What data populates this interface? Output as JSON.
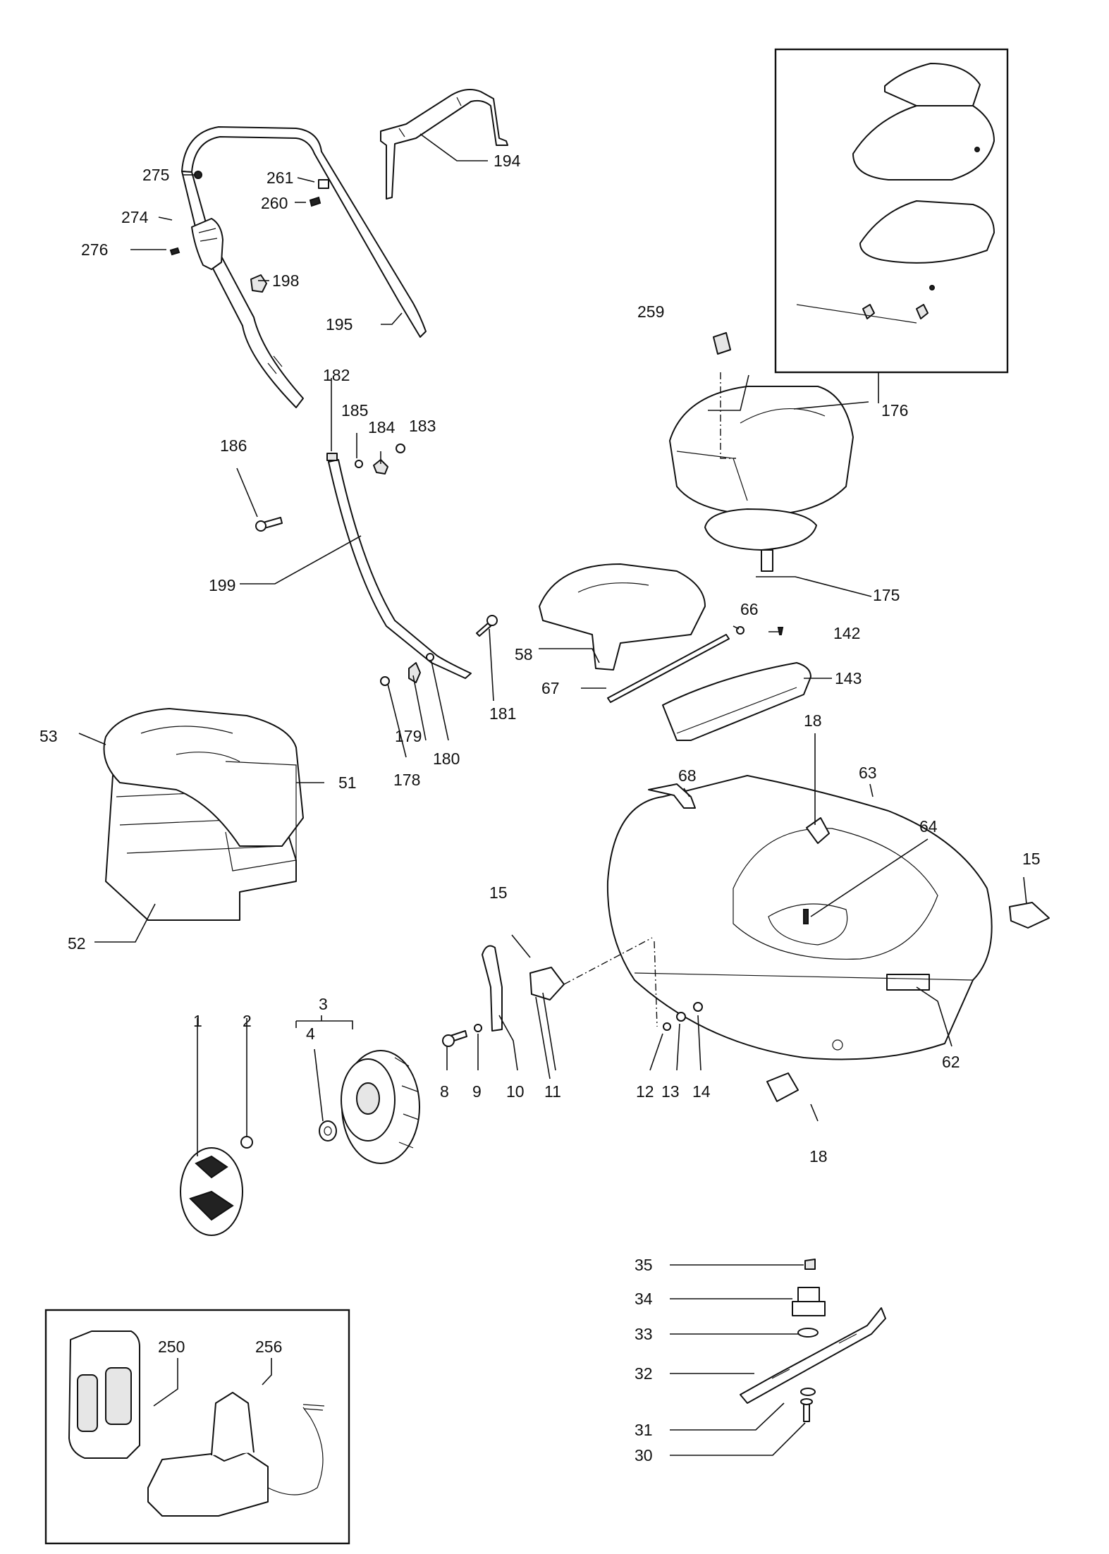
{
  "labels": {
    "l1": "1",
    "l2": "2",
    "l3": "3",
    "l4": "4",
    "l8": "8",
    "l9": "9",
    "l10": "10",
    "l11": "11",
    "l12": "12",
    "l13": "13",
    "l14": "14",
    "l15a": "15",
    "l15b": "15",
    "l18a": "18",
    "l18b": "18",
    "l30": "30",
    "l31": "31",
    "l32": "32",
    "l33": "33",
    "l34": "34",
    "l35": "35",
    "l51": "51",
    "l52": "52",
    "l53": "53",
    "l58": "58",
    "l62": "62",
    "l63": "63",
    "l64": "64",
    "l66": "66",
    "l67": "67",
    "l68": "68",
    "l142": "142",
    "l143": "143",
    "l175": "175",
    "l176": "176",
    "l178": "178",
    "l179": "179",
    "l180": "180",
    "l181": "181",
    "l182": "182",
    "l183": "183",
    "l184": "184",
    "l185": "185",
    "l186": "186",
    "l194": "194",
    "l195": "195",
    "l198": "198",
    "l199": "199",
    "l250": "250",
    "l256": "256",
    "l259": "259",
    "l260": "260",
    "l261": "261",
    "l274": "274",
    "l275": "275",
    "l276": "276"
  }
}
